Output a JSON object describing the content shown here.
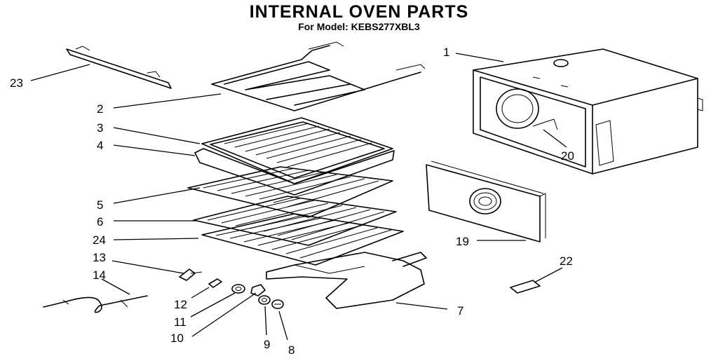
{
  "header": {
    "title": "INTERNAL OVEN PARTS",
    "subtitle": "For Model: KEBS277XBL3"
  },
  "callouts": [
    {
      "id": "c1",
      "label": "1"
    },
    {
      "id": "c2",
      "label": "2"
    },
    {
      "id": "c3",
      "label": "3"
    },
    {
      "id": "c4",
      "label": "4"
    },
    {
      "id": "c5",
      "label": "5"
    },
    {
      "id": "c6",
      "label": "6"
    },
    {
      "id": "c7",
      "label": "7"
    },
    {
      "id": "c8",
      "label": "8"
    },
    {
      "id": "c9",
      "label": "9"
    },
    {
      "id": "c10",
      "label": "10"
    },
    {
      "id": "c11",
      "label": "11"
    },
    {
      "id": "c12",
      "label": "12"
    },
    {
      "id": "c13",
      "label": "13"
    },
    {
      "id": "c14",
      "label": "14"
    },
    {
      "id": "c19",
      "label": "19"
    },
    {
      "id": "c20",
      "label": "20"
    },
    {
      "id": "c22",
      "label": "22"
    },
    {
      "id": "c23",
      "label": "23"
    },
    {
      "id": "c24",
      "label": "24"
    }
  ]
}
